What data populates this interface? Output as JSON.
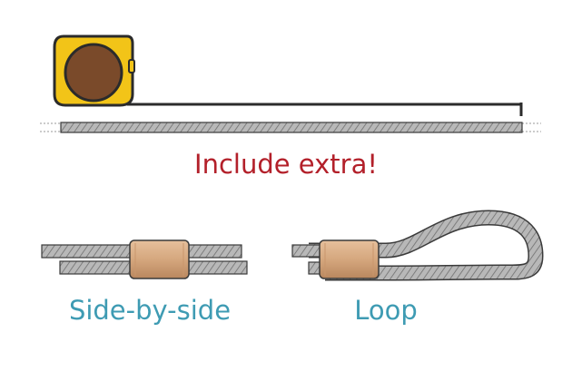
{
  "labels": {
    "measure_note": "Include extra!",
    "side_by_side": "Side-by-side",
    "loop": "Loop"
  },
  "colors": {
    "note_text": "#b3202a",
    "caption_text": "#3e9bb3",
    "tape_body": "#f2c418",
    "tape_reel": "#7a4a2a",
    "cable": "#9a9a9a",
    "sleeve": "#d5a77e"
  },
  "icons": [
    "tape-measure-icon",
    "wire-rope-icon",
    "crimp-sleeve-icon"
  ]
}
